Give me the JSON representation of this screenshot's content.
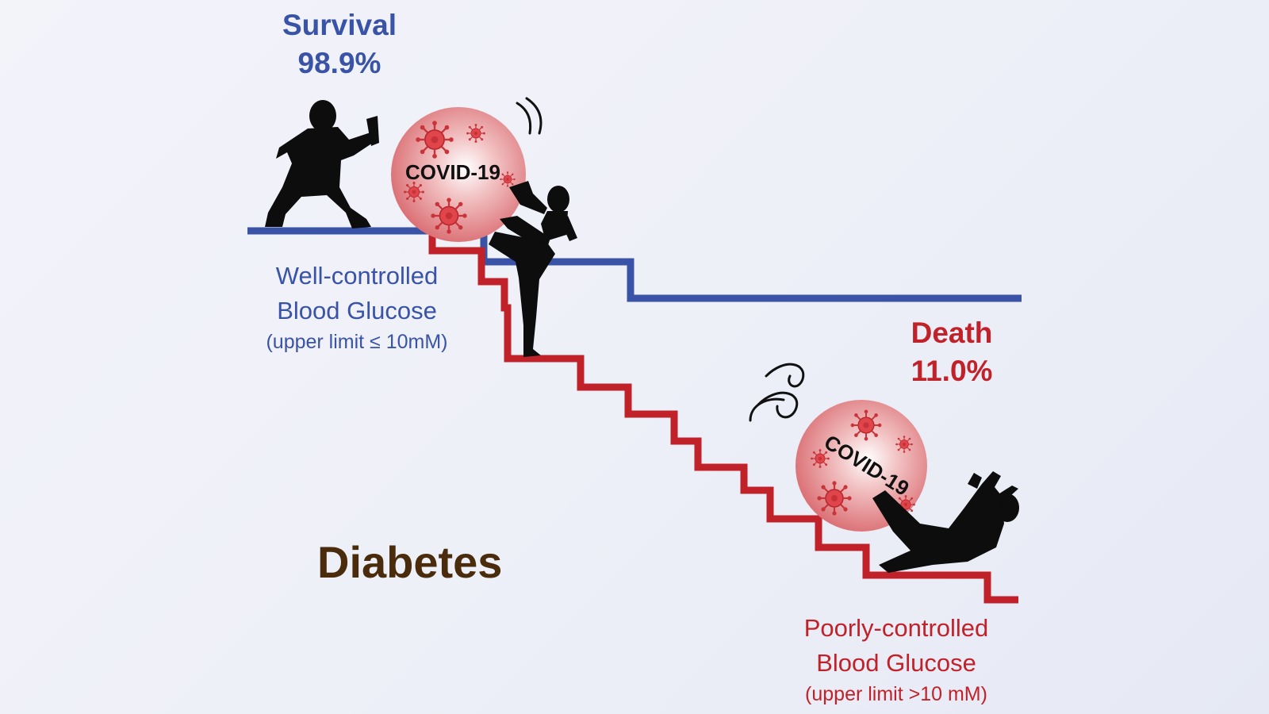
{
  "outcomes": {
    "survival": {
      "label": "Survival",
      "value": "98.9%"
    },
    "death": {
      "label": "Death",
      "value": "11.0%"
    }
  },
  "well_controlled": {
    "line1": "Well-controlled",
    "line2": "Blood Glucose",
    "limit": "(upper limit ≤ 10mM)"
  },
  "poorly_controlled": {
    "line1": "Poorly-controlled",
    "line2": "Blood Glucose",
    "limit": "(upper limit >10 mM)"
  },
  "condition": "Diabetes",
  "virus_label_top": "COVID-19",
  "virus_label_bottom": "COVID-19",
  "colors": {
    "blue": "#3953a6",
    "red": "#c1222a",
    "brown": "#4a2c0c",
    "virus_sphere": "#e7888b",
    "silhouette": "#0d0d0d"
  }
}
